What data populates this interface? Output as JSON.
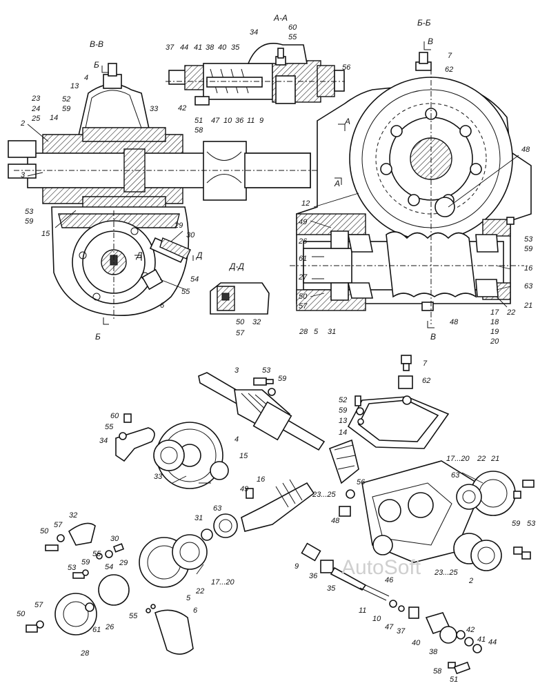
{
  "sections": {
    "vv": "В-В",
    "aa": "А-А",
    "bb": "Б-Б",
    "dd": "Д-Д",
    "a": "А",
    "b": "Б",
    "v": "В",
    "d": "Д"
  },
  "labels": {
    "l1": "2",
    "l2": "3",
    "l3": "4",
    "l4": "13",
    "l5": "14",
    "l6": "15",
    "l7": "23",
    "l8": "24",
    "l9": "25",
    "l10": "52",
    "l11": "59",
    "l12": "33",
    "l13": "53",
    "l14": "59",
    "l15": "29",
    "l16": "30",
    "l17": "54",
    "l18": "55",
    "l19": "6",
    "l20": "37",
    "l21": "44",
    "l22": "41",
    "l23": "38",
    "l24": "40",
    "l25": "35",
    "l26": "34",
    "l27": "60",
    "l28": "55",
    "l29": "56",
    "l30": "42",
    "l31": "51",
    "l32": "58",
    "l33": "47",
    "l34": "10",
    "l35": "36",
    "l36": "11",
    "l37": "9",
    "l38": "7",
    "l39": "62",
    "l40": "48",
    "l41": "12",
    "l42": "49",
    "l43": "26",
    "l44": "61",
    "l45": "27",
    "l46": "50",
    "l47": "57",
    "l48": "28",
    "l49": "5",
    "l50": "31",
    "l51": "48",
    "l52": "53",
    "l53": "59",
    "l54": "16",
    "l55": "63",
    "l56": "21",
    "l57": "17",
    "l58": "22",
    "l59": "18",
    "l60": "19",
    "l61": "20",
    "l62": "32",
    "l63": "50",
    "l64": "57",
    "e1": "3",
    "e2": "53",
    "e3": "59",
    "e4": "7",
    "e5": "62",
    "e6": "52",
    "e7": "59",
    "e8": "13",
    "e9": "14",
    "e10": "60",
    "e11": "55",
    "e12": "34",
    "e13": "33",
    "e14": "4",
    "e15": "15",
    "e16": "23...25",
    "e17": "56",
    "e18": "49",
    "e19": "16",
    "e20": "48",
    "e21": "17...20",
    "e22": "22",
    "e23": "21",
    "e24": "63",
    "e25": "59",
    "e26": "53",
    "e27": "32",
    "e28": "57",
    "e29": "50",
    "e30": "30",
    "e31": "55",
    "e32": "29",
    "e33": "54",
    "e34": "31",
    "e35": "63",
    "e36": "53",
    "e37": "59",
    "e38": "22",
    "e39": "17...20",
    "e40": "5",
    "e41": "9",
    "e42": "36",
    "e43": "23...25",
    "e44": "2",
    "e45": "46",
    "e46": "35",
    "e47": "57",
    "e48": "50",
    "e49": "61",
    "e50": "26",
    "e51": "55",
    "e52": "6",
    "e53": "28",
    "e54": "11",
    "e55": "10",
    "e56": "47",
    "e57": "37",
    "e58": "40",
    "e59": "42",
    "e60": "41",
    "e61": "44",
    "e62": "38",
    "e63": "58",
    "e64": "51"
  },
  "watermark": "AutoSoft"
}
